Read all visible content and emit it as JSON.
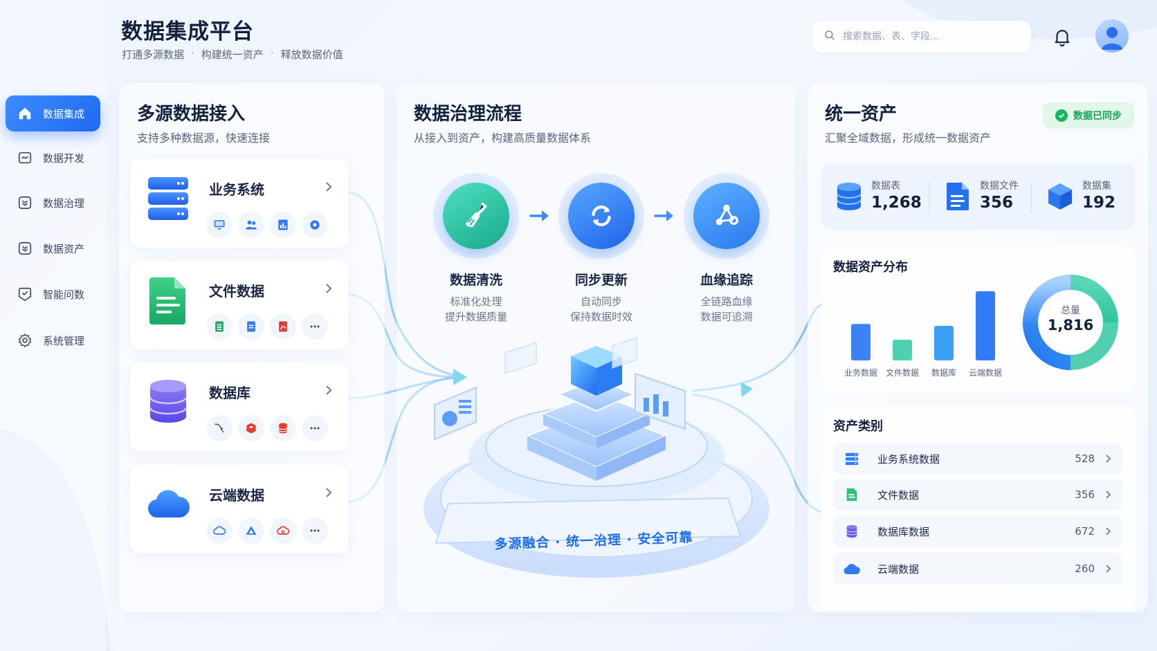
{
  "header": {
    "title": "数据集成平台",
    "subtitle": [
      "打通多源数据",
      "构建统一资产",
      "释放数据价值"
    ],
    "subtitle_sep": "·",
    "search_placeholder": "搜索数据、表、字段..."
  },
  "sidebar": {
    "items": [
      {
        "label": "数据集成",
        "icon": "home-icon",
        "active": true
      },
      {
        "label": "数据开发",
        "icon": "code-window-icon",
        "active": false
      },
      {
        "label": "数据治理",
        "icon": "shield-check-icon",
        "active": false
      },
      {
        "label": "数据资产",
        "icon": "asset-shield-icon",
        "active": false
      },
      {
        "label": "智能问数",
        "icon": "chat-shield-icon",
        "active": false
      },
      {
        "label": "系统管理",
        "icon": "gear-icon",
        "active": false
      }
    ]
  },
  "sources": {
    "title": "多源数据接入",
    "subtitle": "支持多种数据源，快速连接",
    "cards": [
      {
        "name": "业务系统",
        "icon": "server-icon",
        "subicons": [
          "monitor-icon",
          "users-icon",
          "report-icon",
          "gear-icon"
        ]
      },
      {
        "name": "文件数据",
        "icon": "document-icon",
        "subicons": [
          "excel-icon",
          "word-icon",
          "pdf-icon",
          "more-icon"
        ]
      },
      {
        "name": "数据库",
        "icon": "database-icon",
        "subicons": [
          "mysql-icon",
          "redis-icon",
          "db-stack-icon",
          "more-icon"
        ]
      },
      {
        "name": "云端数据",
        "icon": "cloud-icon",
        "subicons": [
          "cloud-outline-icon",
          "drive-icon",
          "cloud-red-icon",
          "more-icon"
        ]
      }
    ]
  },
  "flow": {
    "title": "数据治理流程",
    "subtitle": "从接入到资产，构建高质量数据体系",
    "steps": [
      {
        "name": "数据清洗",
        "desc1": "标准化处理",
        "desc2": "提升数据质量",
        "icon": "broom-icon"
      },
      {
        "name": "同步更新",
        "desc1": "自动同步",
        "desc2": "保持数据时效",
        "icon": "sync-icon"
      },
      {
        "name": "血缘追踪",
        "desc1": "全链路血缘",
        "desc2": "数据可追溯",
        "icon": "lineage-icon"
      }
    ],
    "platform_label": "多源融合 · 统一治理 · 安全可靠"
  },
  "assets": {
    "title": "统一资产",
    "subtitle": "汇聚全域数据，形成统一数据资产",
    "sync_badge": "数据已同步",
    "stats": [
      {
        "label": "数据表",
        "value": "1,268",
        "icon": "table-db-icon"
      },
      {
        "label": "数据文件",
        "value": "356",
        "icon": "file-icon"
      },
      {
        "label": "数据集",
        "value": "192",
        "icon": "cube-icon"
      }
    ],
    "distribution_title": "数据资产分布",
    "donut": {
      "label": "总量",
      "value": "1,816"
    },
    "categories_title": "资产类别",
    "categories": [
      {
        "name": "业务系统数据",
        "value": "528",
        "icon": "server-icon",
        "color": "#2f7cf6"
      },
      {
        "name": "文件数据",
        "value": "356",
        "icon": "document-icon",
        "color": "#2fbf7e"
      },
      {
        "name": "数据库数据",
        "value": "672",
        "icon": "database-icon",
        "color": "#6a5ce8"
      },
      {
        "name": "云端数据",
        "value": "260",
        "icon": "cloud-icon",
        "color": "#2f7cf6"
      }
    ]
  },
  "chart_data": {
    "type": "bar",
    "categories": [
      "业务数据",
      "文件数据",
      "数据库",
      "云端数据"
    ],
    "values": [
      528,
      300,
      500,
      1000
    ],
    "colors": [
      "#3b82f6",
      "#4fd1b1",
      "#3aa0f5",
      "#2f7cf6"
    ],
    "ylim": [
      0,
      1050
    ],
    "grid": false
  },
  "colors": {
    "accent": "#1f6af0",
    "success": "#17b65e"
  }
}
